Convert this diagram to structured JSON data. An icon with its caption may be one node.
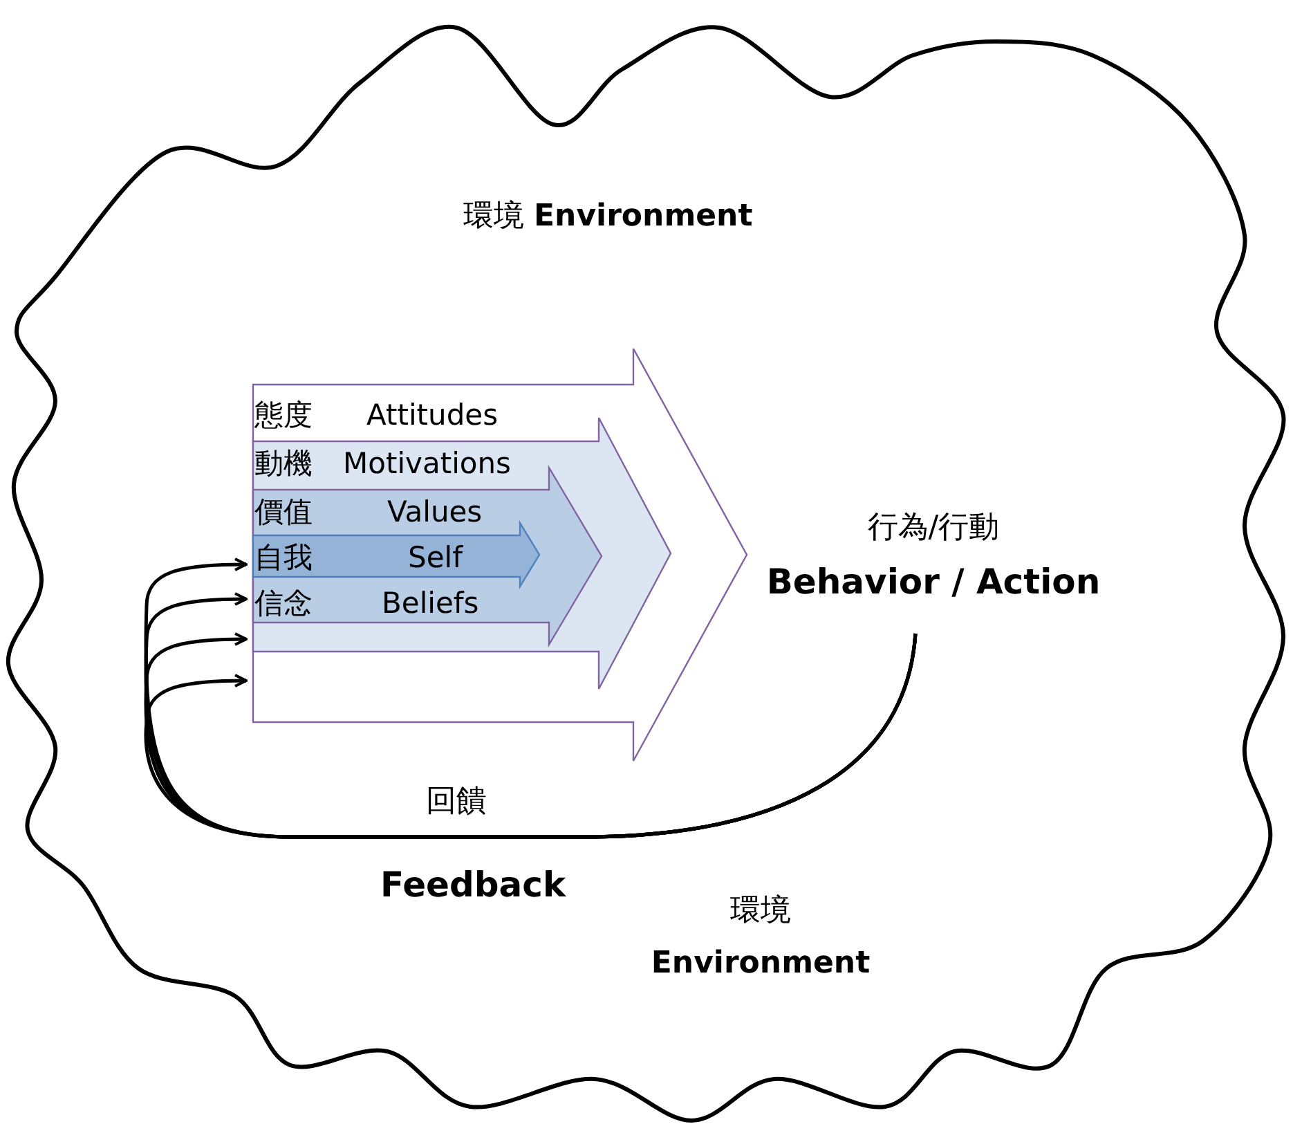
{
  "diagram": {
    "nodes": [
      {
        "text": [
          "環境 **Environment**",
          "環境 **Environment**"
        ]
      },
      {
        "text": [
          "態度",
          "Attitudes"
        ],
        "in": 0
      },
      {
        "text": [
          "動機",
          "Motivations"
        ],
        "in": 1
      },
      {
        "text": [
          "價值",
          "Values",
          "信念",
          "Beliefs"
        ],
        "in": 2
      },
      {
        "text": [
          "自我",
          "Self"
        ],
        "in": 3
      },
      {
        "text": [
          "行為/行動",
          "Behavior / Action"
        ],
        "in": 0
      }
    ],
    "edges": [
      {
        "from": 5,
        "to": 4,
        "arrow": "to",
        "label": "回饋"
      },
      {
        "from": 5,
        "to": 3,
        "arrow": "to"
      },
      {
        "from": 5,
        "to": 2,
        "arrow": "to"
      },
      {
        "from": 5,
        "to": 1,
        "arrow": "to"
      }
    ],
    "labels": [
      "Feedback"
    ]
  }
}
